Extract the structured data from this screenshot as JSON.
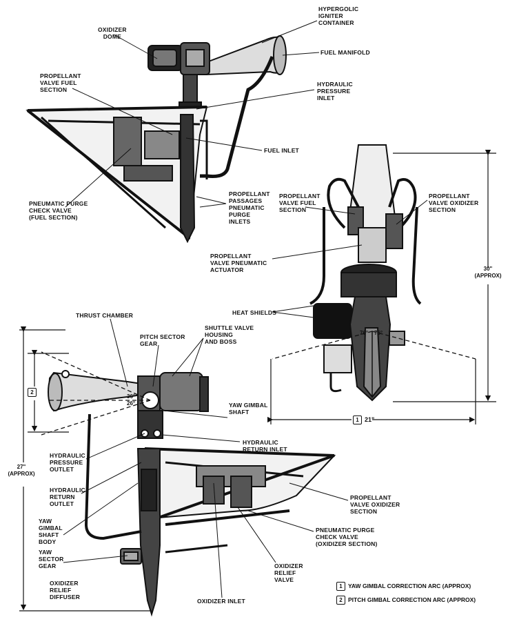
{
  "labels": {
    "oxidizer_dome": [
      "OXIDIZER",
      "DOME"
    ],
    "hypergolic_igniter": [
      "HYPERGOLIC",
      "IGNITER",
      "CONTAINER"
    ],
    "fuel_manifold": [
      "FUEL MANIFOLD"
    ],
    "prop_valve_fuel_top": [
      "PROPELLANT",
      "VALVE FUEL",
      "SECTION"
    ],
    "hydraulic_pressure_inlet": [
      "HYDRAULIC",
      "PRESSURE",
      "INLET"
    ],
    "fuel_inlet": [
      "FUEL INLET"
    ],
    "pneumatic_purge_fuel": [
      "PNEUMATIC PURGE",
      "CHECK VALVE",
      "(FUEL SECTION)"
    ],
    "prop_passages": [
      "PROPELLANT",
      "PASSAGES",
      "PNEUMATIC",
      "PURGE",
      "INLETS"
    ],
    "prop_valve_fuel_right": [
      "PROPELLANT",
      "VALVE FUEL",
      "SECTION"
    ],
    "prop_valve_oxidizer_right": [
      "PROPELLANT",
      "VALVE OXIDIZER",
      "SECTION"
    ],
    "prop_valve_pneumatic": [
      "PROPELLANT",
      "VALVE PNEUMATIC",
      "ACTUATOR"
    ],
    "heat_shields": [
      "HEAT SHIELDS"
    ],
    "thrust_chamber": [
      "THRUST CHAMBER"
    ],
    "pitch_sector_gear": [
      "PITCH SECTOR",
      "GEAR"
    ],
    "shuttle_valve": [
      "SHUTTLE VALVE",
      "HOUSING",
      "AND BOSS"
    ],
    "yaw_gimbal_shaft": [
      "YAW GIMBAL",
      "SHAFT"
    ],
    "hydraulic_return_inlet": [
      "HYDRAULIC",
      "RETURN INLET"
    ],
    "hydraulic_pressure_outlet": [
      "HYDRAULIC",
      "PRESSURE",
      "OUTLET"
    ],
    "hydraulic_return_outlet": [
      "HYDRAULIC",
      "RETURN",
      "OUTLET"
    ],
    "yaw_gimbal_shaft_body": [
      "YAW",
      "GIMBAL",
      "SHAFT",
      "BODY"
    ],
    "yaw_sector_gear": [
      "YAW",
      "SECTOR",
      "GEAR"
    ],
    "oxidizer_relief_diffuser": [
      "OXIDIZER",
      "RELIEF",
      "DIFFUSER"
    ],
    "oxidizer_inlet": [
      "OXIDIZER INLET"
    ],
    "oxidizer_relief_valve": [
      "OXIDIZER",
      "RELIEF",
      "VALVE"
    ],
    "pneumatic_purge_oxidizer": [
      "PNEUMATIC PURGE",
      "CHECK VALVE",
      "(OXIDIZER SECTION)"
    ],
    "prop_valve_oxidizer_bottom": [
      "PROPELLANT",
      "VALVE OXIDIZER",
      "SECTION"
    ]
  },
  "dimensions": {
    "height_right": [
      "30\"",
      "(APPROX)"
    ],
    "width_right": "21\"",
    "width_right_marker": "1",
    "height_left": [
      "27\"",
      "(APPROX)"
    ],
    "pitch_marker": "2",
    "angle_right_a": "76°",
    "angle_right_b": "76°",
    "angle_left_a": "36°",
    "angle_left_b": "26°"
  },
  "legend": [
    {
      "num": "1",
      "text": "YAW GIMBAL CORRECTION ARC (APPROX)"
    },
    {
      "num": "2",
      "text": "PITCH GIMBAL CORRECTION ARC (APPROX)"
    }
  ]
}
